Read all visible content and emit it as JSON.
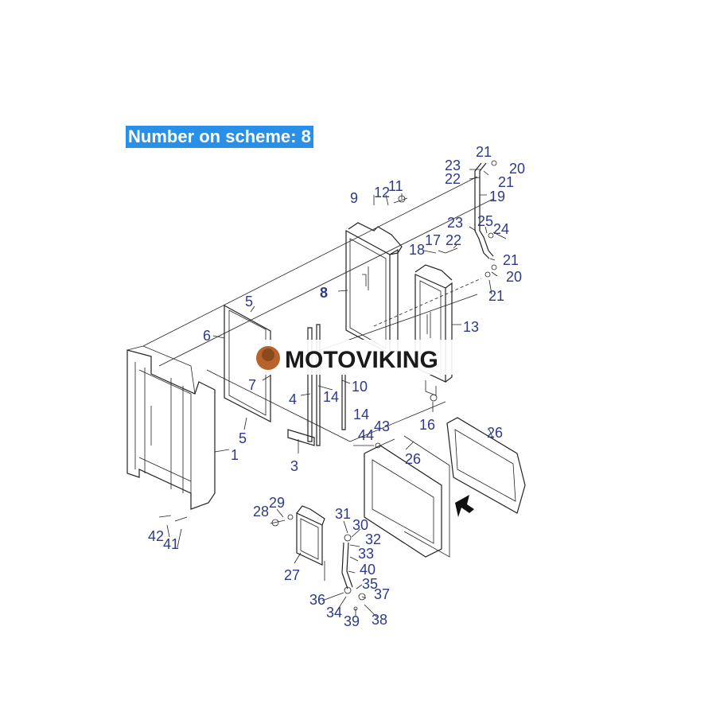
{
  "scheme": {
    "badge": "Number on scheme: 8"
  },
  "watermark": {
    "text": "MOTOVIKING"
  },
  "colors": {
    "badge_bg": "#2a8fe6",
    "label": "#2d3a8c",
    "line": "#222222"
  },
  "parts": {
    "p1": "1",
    "p3": "3",
    "p4": "4",
    "p5a": "5",
    "p5b": "5",
    "p6": "6",
    "p7": "7",
    "p8": "8",
    "p9": "9",
    "p10": "10",
    "p11": "11",
    "p12": "12",
    "p13": "13",
    "p14a": "14",
    "p14b": "14",
    "p16": "16",
    "p17": "17",
    "p18": "18",
    "p19": "19",
    "p20a": "20",
    "p20b": "20",
    "p21a": "21",
    "p21b": "21",
    "p21c": "21",
    "p21d": "21",
    "p22a": "22",
    "p22b": "22",
    "p23a": "23",
    "p23b": "23",
    "p24": "24",
    "p25": "25",
    "p26a": "26",
    "p26b": "26",
    "p27": "27",
    "p28": "28",
    "p29": "29",
    "p30": "30",
    "p31": "31",
    "p32": "32",
    "p33": "33",
    "p34": "34",
    "p35": "35",
    "p36": "36",
    "p37": "37",
    "p38": "38",
    "p39": "39",
    "p40": "40",
    "p41": "41",
    "p42": "42",
    "p43": "43",
    "p44": "44"
  }
}
